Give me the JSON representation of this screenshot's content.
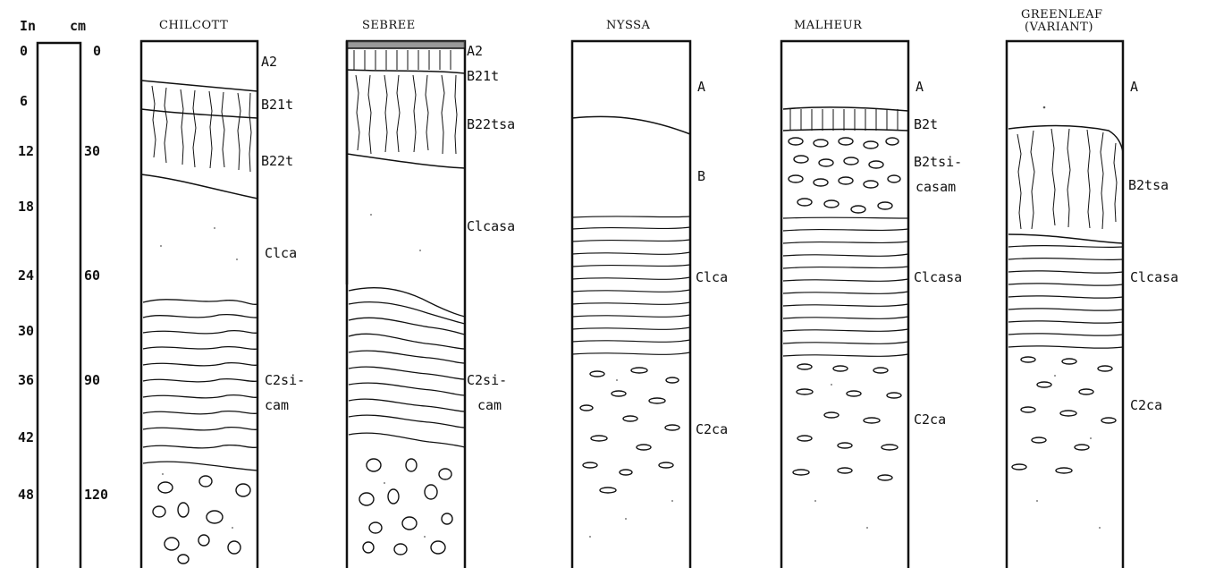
{
  "scale": {
    "inch_header": "In",
    "cm_header": "cm",
    "inches": [
      "0",
      "6",
      "12",
      "18",
      "24",
      "30",
      "36",
      "42",
      "48"
    ],
    "cm": [
      "0",
      "30",
      "60",
      "90",
      "120"
    ]
  },
  "profiles": [
    {
      "name": "CHILCOTT",
      "subtitle": "",
      "horizons": [
        "A2",
        "B21t",
        "B22t",
        "Clca",
        "C2si-",
        "cam"
      ]
    },
    {
      "name": "SEBREE",
      "subtitle": "",
      "horizons": [
        "A2",
        "B21t",
        "B22tsa",
        "Clcasa",
        "C2si-",
        "cam"
      ]
    },
    {
      "name": "NYSSA",
      "subtitle": "",
      "horizons": [
        "A",
        "B",
        "Clca",
        "C2ca"
      ]
    },
    {
      "name": "MALHEUR",
      "subtitle": "",
      "horizons": [
        "A",
        "B2t",
        "B2tsi-",
        "casam",
        "Clcasa",
        "C2ca"
      ]
    },
    {
      "name": "GREENLEAF",
      "subtitle": "(VARIANT)",
      "horizons": [
        "A",
        "B2tsa",
        "Clcasa",
        "C2ca"
      ]
    }
  ]
}
